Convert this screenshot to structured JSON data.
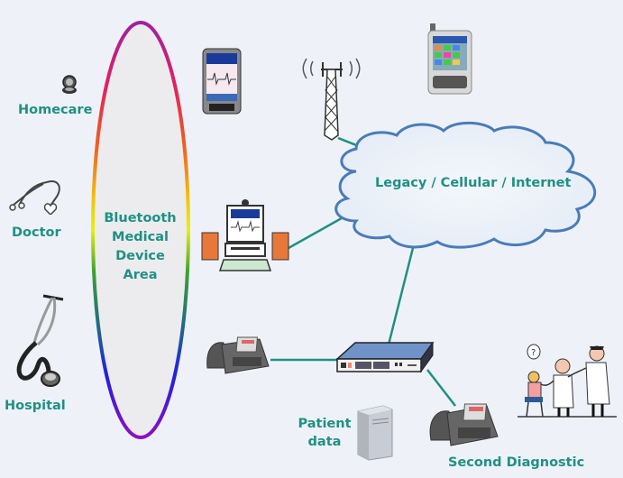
{
  "diagram": {
    "title": "Bluetooth medical device network",
    "colors": {
      "label": "#1f9085",
      "connector": "#1f9080",
      "cloud_outline": "#4a7cb8",
      "background": "#eef2f8"
    },
    "left_labels": {
      "homecare": "Homecare",
      "doctor": "Doctor",
      "hospital": "Hospital"
    },
    "bluetooth_area": {
      "lines": [
        "Bluetooth",
        "Medical",
        "Device",
        "Area"
      ]
    },
    "cloud": {
      "label": "Legacy / Cellular / Internet"
    },
    "nodes": {
      "patient_data": [
        "Patient",
        "data"
      ],
      "second_diagnostic": "Second Diagnostic"
    },
    "icons": [
      "stethoscope-small-icon",
      "stethoscope-outline-icon",
      "stethoscope-large-icon",
      "pda-ecg-icon",
      "cell-tower-icon",
      "smartphone-icon",
      "computer-monitor-ecg-icon",
      "ip-phone-icon",
      "network-switch-icon",
      "server-tower-icon",
      "doctors-patient-icon"
    ]
  }
}
